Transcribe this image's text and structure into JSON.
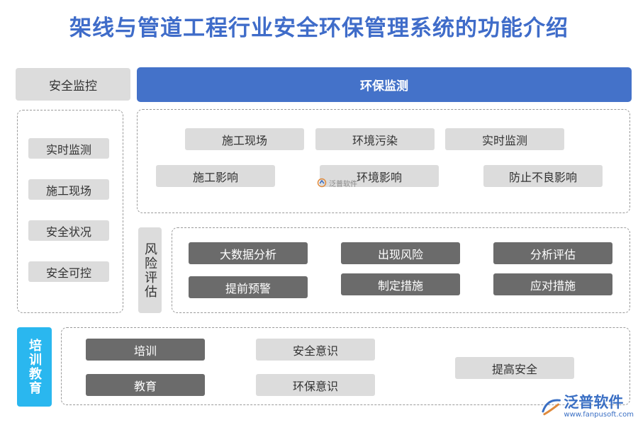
{
  "title": "架线与管道工程行业安全环保管理系统的功能介绍",
  "left": {
    "header": "安全监控",
    "items": [
      "实时监测",
      "施工现场",
      "安全状况",
      "安全可控"
    ]
  },
  "env": {
    "header": "环保监测",
    "items": [
      "施工现场",
      "环境污染",
      "实时监测",
      "施工影响",
      "环境影响",
      "防止不良影响"
    ]
  },
  "risk": {
    "label": "风险评估",
    "items": [
      "大数据分析",
      "出现风险",
      "分析评估",
      "提前预警",
      "制定措施",
      "应对措施"
    ]
  },
  "training": {
    "label": "培训教育",
    "items": [
      "培训",
      "安全意识",
      "提高安全",
      "教育",
      "环保意识"
    ]
  },
  "watermark": {
    "center": "泛普软件",
    "brand": "泛普软件",
    "url": "www.fanpusoft.com"
  },
  "colors": {
    "title": "#3f6cc9",
    "accent_blue": "#4472c9",
    "cyan": "#2ab7ef",
    "pill_light": "#dcdcdc",
    "pill_dark": "#6b6b6b"
  }
}
